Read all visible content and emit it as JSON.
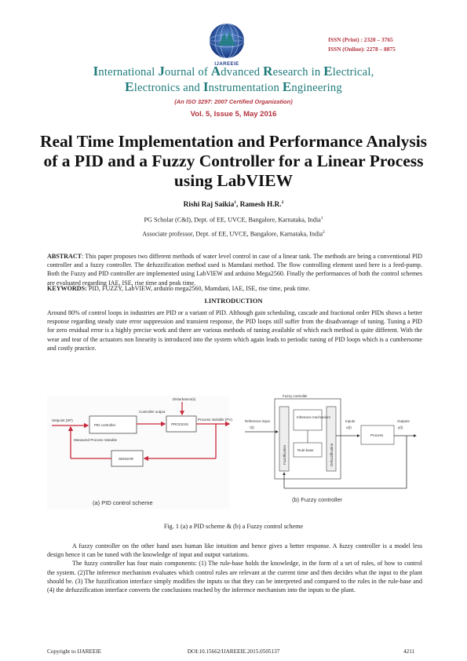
{
  "header": {
    "logo_text": "IJAREEIE",
    "issn_print": "ISSN (Print)  : 2320 – 3765",
    "issn_online": "ISSN (Online): 2278 – 8875",
    "journal_line1": [
      "I",
      "nternational ",
      "J",
      "ournal of ",
      "A",
      "dvanced ",
      "R",
      "esearch in  ",
      "E",
      "lectrical,"
    ],
    "journal_line2": [
      "E",
      "lectronics and ",
      "I",
      "nstrumentation ",
      "E",
      "ngineering"
    ],
    "certification": "(An ISO 3297: 2007 Certified Organization)",
    "volume": "Vol. 5, Issue 5, May 2016"
  },
  "title": "Real Time Implementation and Performance Analysis of a PID and a Fuzzy Controller for a Linear Process using LabVIEW",
  "authors": {
    "a1": "Rishi Raj Saikia",
    "sup1": "1",
    "sep": ", ",
    "a2": "Ramesh H.R.",
    "sup2": "2"
  },
  "affiliations": [
    {
      "text": "PG Scholar (C&I), Dept. of EE, UVCE, Bangalore, Karnataka, India",
      "sup": "1"
    },
    {
      "text": "Associate professor, Dept. of EE, UVCE, Bangalore, Karnataka, India",
      "sup": "2"
    }
  ],
  "abstract": {
    "label": "ABSTRACT",
    "text": ": This paper proposes two different methods of water level control in case of a linear tank. The methods are being a conventional PID controller and a fuzzy controller. The defuzzification method used is Mamdani method. The flow controlling element used here is a feed-pump. Both the Fuzzy and PID controller are implemented using LabVIEW and arduino Mega2560.  Finally the performances of both the control schemes are evaluated regarding IAE, ISE, rise time and peak time."
  },
  "keywords": {
    "label": "KEYWORDS:",
    "text": " PID, FUZZY, LabVIEW, arduino mega2560, Mamdani, IAE, ISE, rise time, peak time."
  },
  "intro": {
    "heading": "I.INTRODUCTION",
    "text": "Around 80% of control loops in industries are PID or a variant of PID. Although gain scheduling, cascade and fractional order PIDs shows a better response regarding steady state error suppression and transient response, the PID loops still suffer from the disadvantage of tuning. Tuning a PID for zero residual error is a highly precise work and there are various methods of tuning available of which each method is quite different. With the wear and tear of the actuators non linearity is introduced into the system which again leads to periodic tuning of PID loops which is a cumbersome and costly practice."
  },
  "figure": {
    "pid": {
      "setpoint": "Setpoint (SP)",
      "controller": "PID controller",
      "output": "Controller output",
      "process": "PROCESS",
      "disturbance": "Disturbance(s)",
      "pv": "Process Variable (PV)",
      "measured": "Measured Process Variable",
      "sensor": "SENSOR",
      "caption": "(a) PID control scheme"
    },
    "fuzzy": {
      "box_title": "Fuzzy controller",
      "inference": "Inference mechanism",
      "rule_base": "Rule-base",
      "fuzzification": "Fuzzification",
      "defuzzification": "Defuzzification",
      "reference": "Reference input",
      "reference_sym": "r(t)",
      "inputs": "Inputs",
      "inputs_sym": "u(t)",
      "process": "Process",
      "outputs": "Outputs",
      "outputs_sym": "y(t)",
      "caption": "(b) Fuzzy controller"
    },
    "caption": "Fig. 1 (a) a PID scheme & (b) a Fuzzy control scheme"
  },
  "para2": [
    "A fuzzy controller on the other hand uses human like intuition and hence gives a better response. A fuzzy controller is a model less design hence it can be tuned with the knowledge of input and output variations.",
    "The fuzzy controller has four main components: (1) The  rule-base holds the knowledge, in the form of a set of rules, of how to control the system. (2)The inference mechanism evaluates which control rules are relevant at the current time and then decides what the input to the plant should be. (3) The fuzzification interface simply modifies the inputs so that they can be interpreted and compared to the rules in the rule-base and (4) the defuzzification interface converts the conclusions reached by the inference mechanism into the inputs to the plant."
  ],
  "footer": {
    "left": "Copyright to IJAREEIE",
    "center": "DOI:10.15662/IJAREEIE.2015.0505137",
    "right": "4211"
  },
  "colors": {
    "teal": "#1f7a7a",
    "red": "#b3343e",
    "navy": "#1b3a8a",
    "arrow_red": "#c8283a"
  }
}
